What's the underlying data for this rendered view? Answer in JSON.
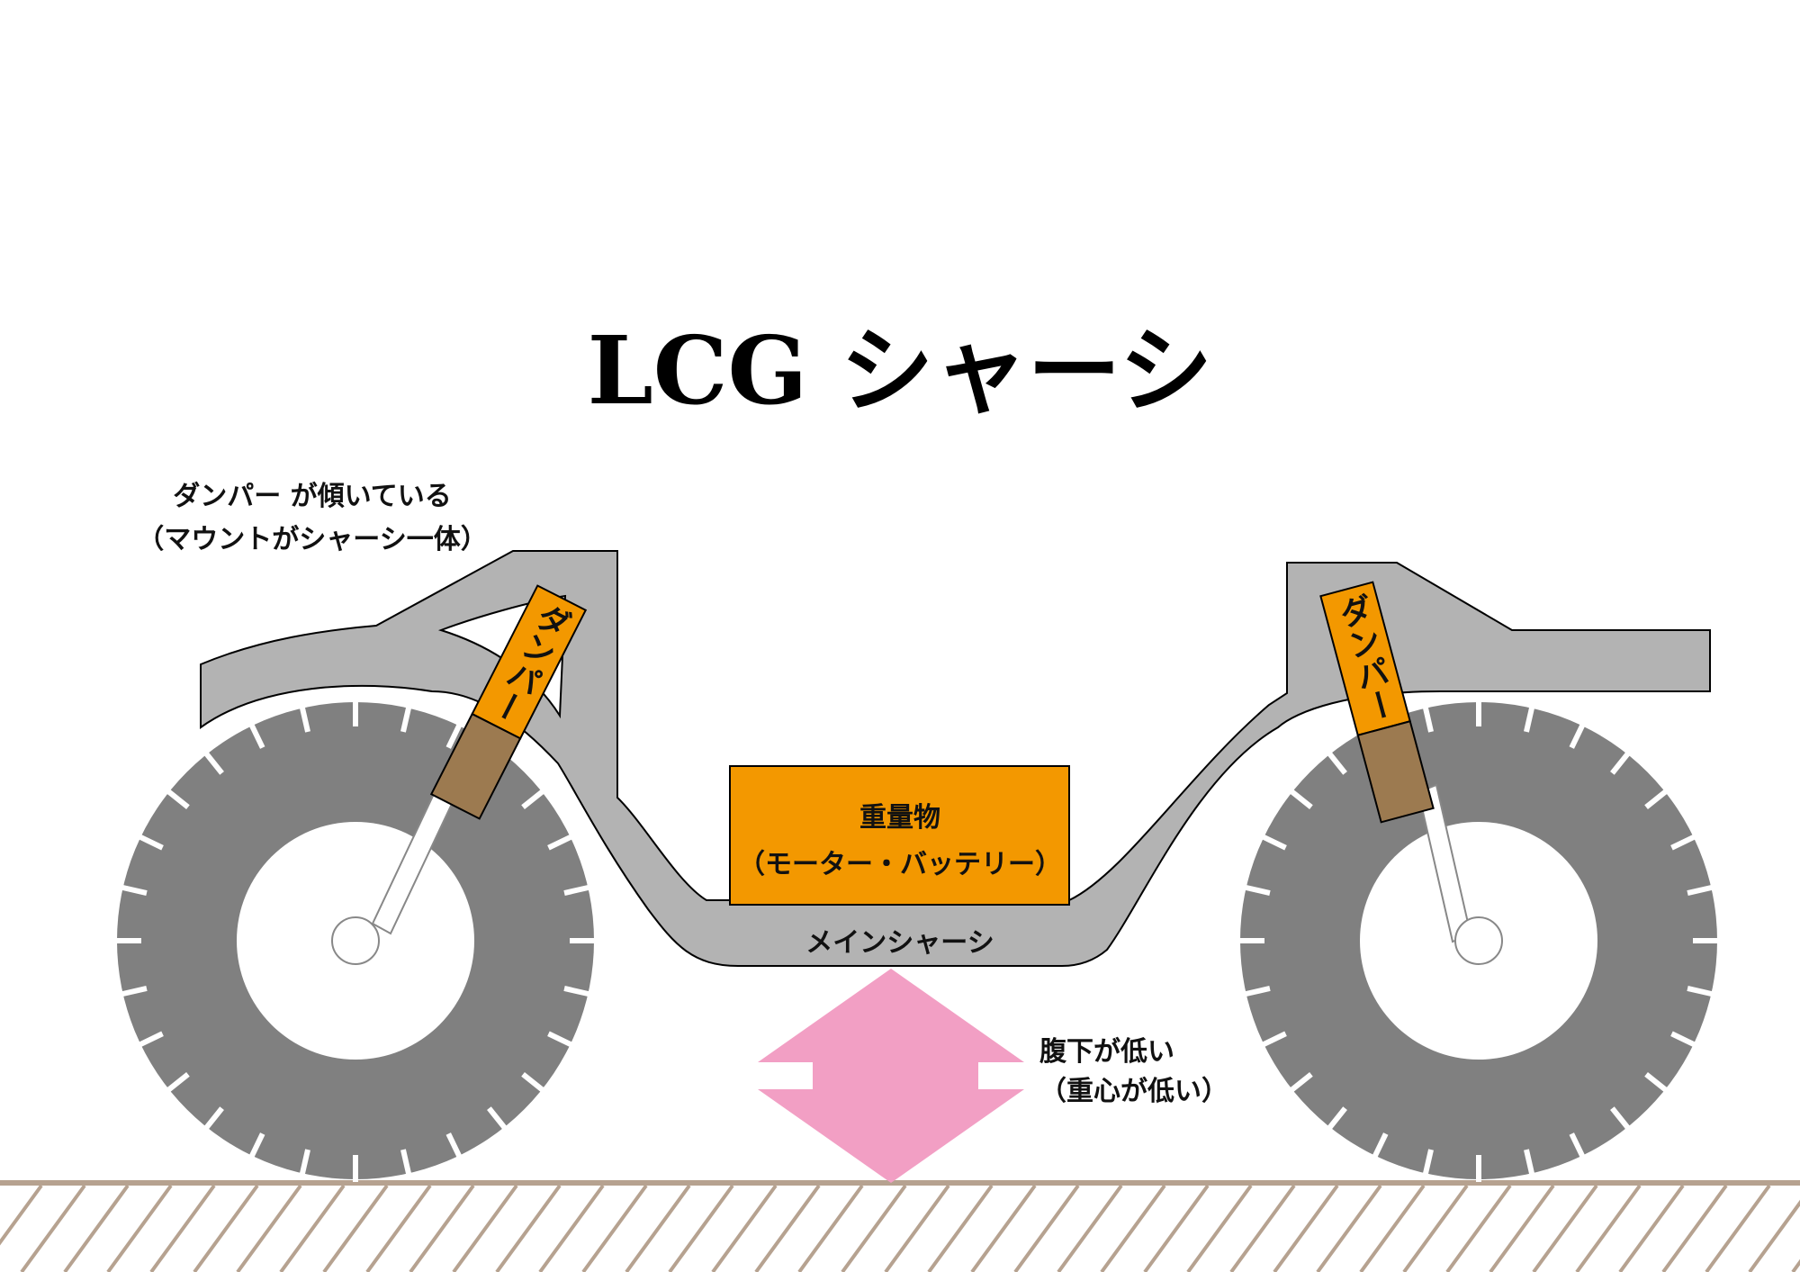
{
  "title": "LCG シャーシ",
  "annotation_damper_tilt": {
    "line1": "ダンパー が傾いている",
    "line2": "（マウントがシャーシ一体）"
  },
  "damper_front_label": "ダンパー",
  "damper_rear_label": "ダンパー",
  "heavy_box": {
    "line1": "重量物",
    "line2": "（モーター・バッテリー）"
  },
  "main_chassis_label": "メインシャーシ",
  "low_cg_note": {
    "line1": "腹下が低い",
    "line2": "（重心が低い）"
  },
  "colors": {
    "chassis_gray": "#b3b3b3",
    "tire_gray": "#808080",
    "damper_orange": "#f39800",
    "damper_brown": "#9c7a50",
    "arrow_pink": "#f29fc4",
    "ground_tan": "#b6a290"
  }
}
